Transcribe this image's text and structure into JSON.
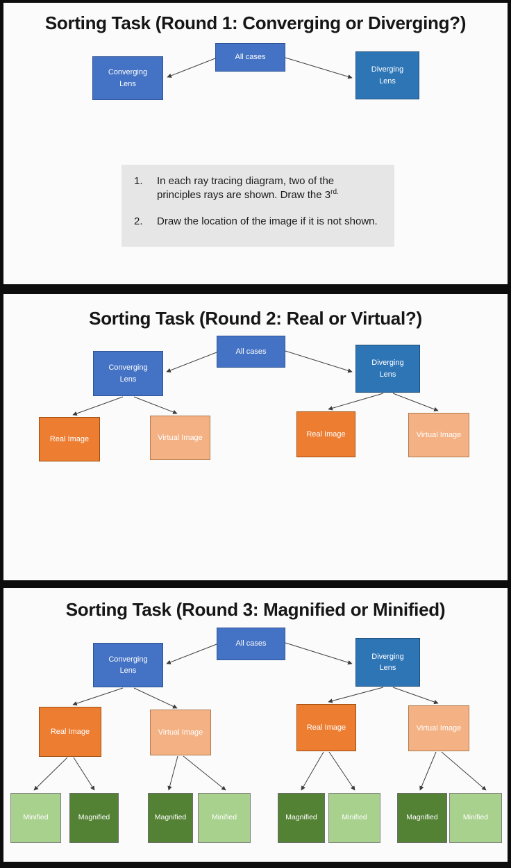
{
  "deck": {
    "slides": [
      {
        "title": "Sorting Task (Round 1: Converging or Diverging?)",
        "nodes": {
          "all_cases": "All cases",
          "converging_lens": "Converging Lens",
          "diverging_lens": "Diverging Lens"
        },
        "instructions": [
          {
            "num": "1.",
            "text": "In each ray tracing diagram, two of the principles rays are shown. Draw the 3",
            "sup": "rd."
          },
          {
            "num": "2.",
            "text": "Draw the location of the image if it is not shown.",
            "sup": ""
          }
        ]
      },
      {
        "title": "Sorting Task (Round 2: Real or Virtual?)",
        "nodes": {
          "all_cases": "All cases",
          "converging_lens": "Converging Lens",
          "diverging_lens": "Diverging Lens",
          "conv_real_image": "Real Image",
          "conv_virtual_image": "Virtual Image",
          "div_real_image": "Real Image",
          "div_virtual_image": "Virtual Image"
        }
      },
      {
        "title": "Sorting Task (Round 3: Magnified or Minified)",
        "nodes": {
          "all_cases": "All cases",
          "converging_lens": "Converging Lens",
          "diverging_lens": "Diverging Lens",
          "conv_real_image": "Real Image",
          "conv_virtual_image": "Virtual Image",
          "div_real_image": "Real Image",
          "div_virtual_image": "Virtual Image"
        },
        "leaves": [
          {
            "label": "Minified",
            "tone": "light-green"
          },
          {
            "label": "Magnified",
            "tone": "dark-green"
          },
          {
            "label": "Magnified",
            "tone": "dark-green"
          },
          {
            "label": "Minified",
            "tone": "light-green"
          },
          {
            "label": "Magnified",
            "tone": "dark-green"
          },
          {
            "label": "Minified",
            "tone": "light-green"
          },
          {
            "label": "Magnified",
            "tone": "dark-green"
          },
          {
            "label": "Minified",
            "tone": "light-green"
          }
        ]
      }
    ],
    "colors": {
      "all_cases_blue": "#4472C4",
      "converging_blue": "#4472C4",
      "diverging_blue": "#2E75B6",
      "real_image_orange": "#ED7D31",
      "virtual_image_peach": "#F4B183",
      "magnified_dark_green": "#548235",
      "minified_light_green": "#A9D18E",
      "instruction_panel_gray": "#E7E6E6",
      "slide_background": "#FBFBFB",
      "frame_black": "#0D0D0D"
    }
  }
}
